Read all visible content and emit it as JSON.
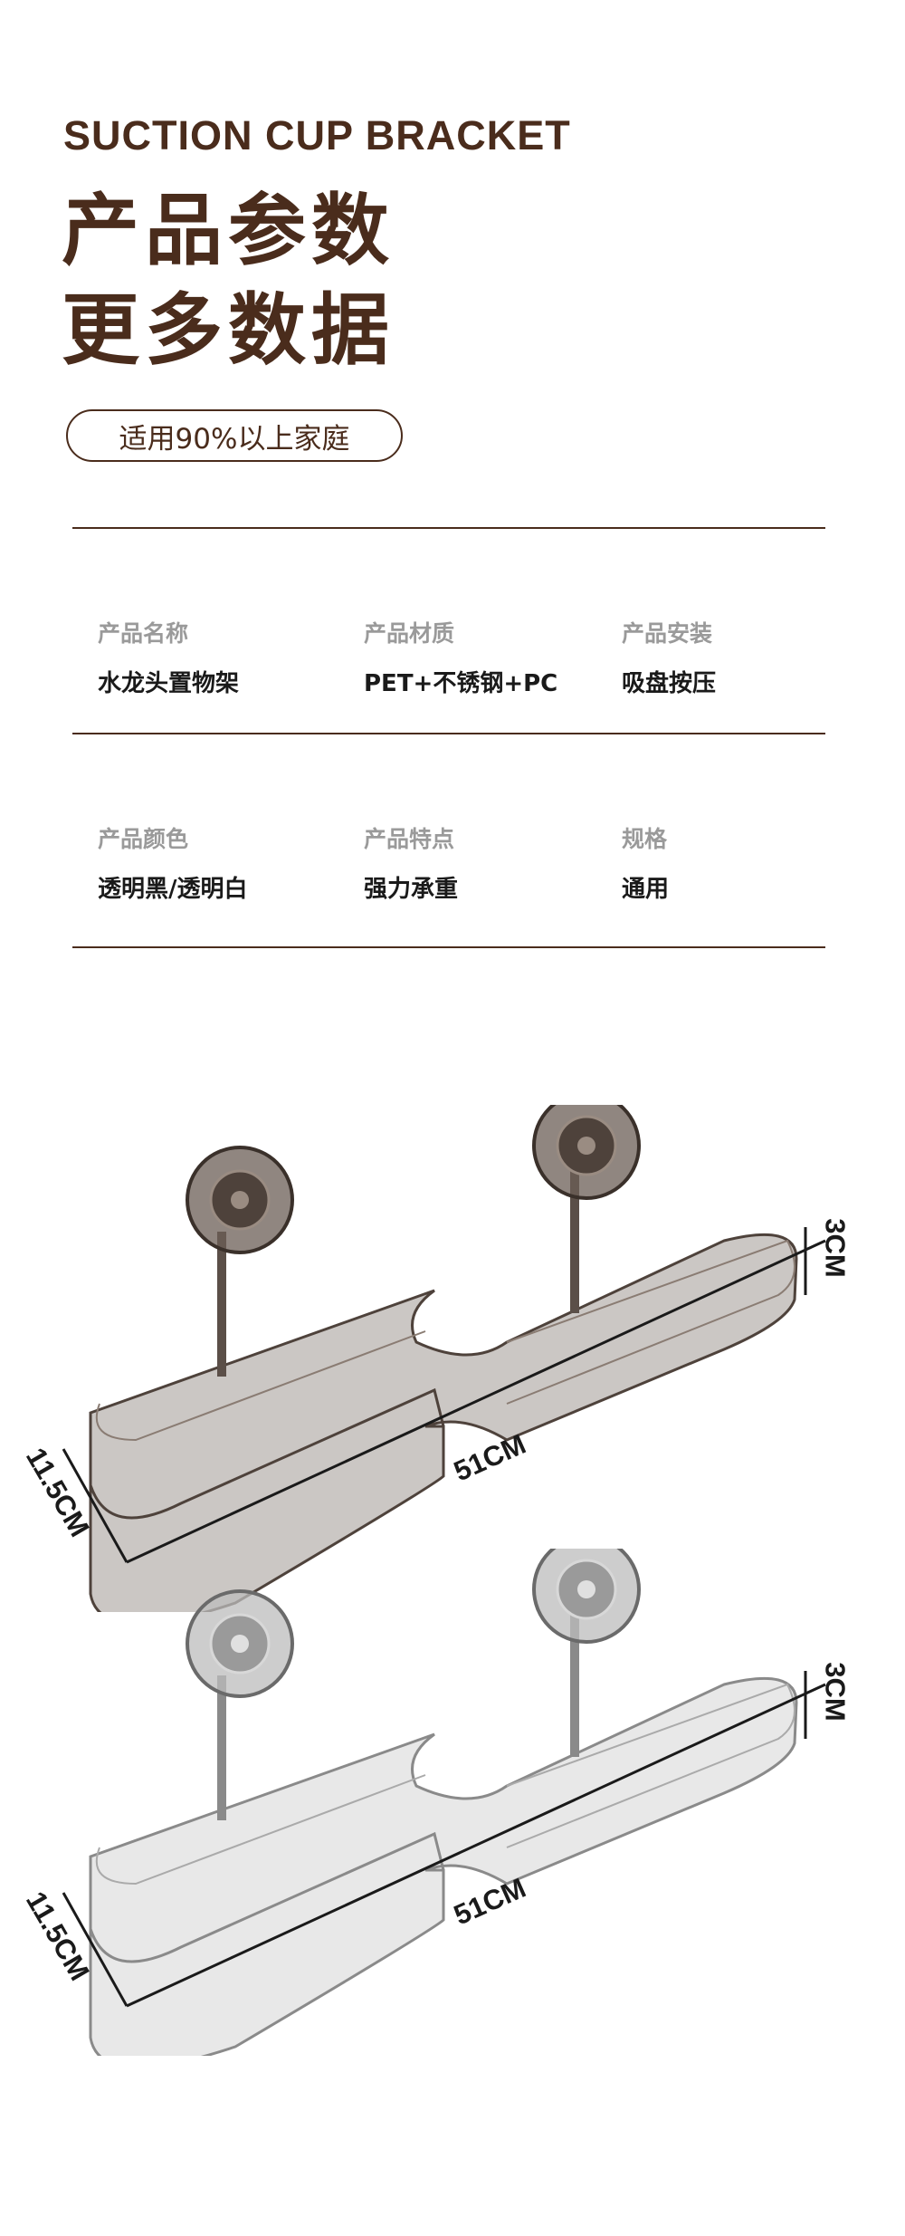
{
  "header": {
    "kicker": "SUCTION CUP BRACKET",
    "title_line1": "产品参数",
    "title_line2": "更多数据",
    "pill": "适用90%以上家庭"
  },
  "specs": {
    "row1": [
      {
        "label": "产品名称",
        "value": "水龙头置物架"
      },
      {
        "label": "产品材质",
        "value": "PET+不锈钢+PC"
      },
      {
        "label": "产品安装",
        "value": "吸盘按压"
      }
    ],
    "row2": [
      {
        "label": "产品颜色",
        "value": "透明黑/透明白"
      },
      {
        "label": "产品特点",
        "value": "强力承重"
      },
      {
        "label": "规格",
        "value": "通用"
      }
    ]
  },
  "products": [
    {
      "variant": "透明黑",
      "length": "51CM",
      "width": "11.5CM",
      "height": "3CM",
      "tint": "#6b5e55"
    },
    {
      "variant": "透明白",
      "length": "51CM",
      "width": "11.5CM",
      "height": "3CM",
      "tint": "#bcbcbc"
    }
  ],
  "colors": {
    "brand": "#4a2c1c",
    "label_gray": "#9a9a9a"
  }
}
